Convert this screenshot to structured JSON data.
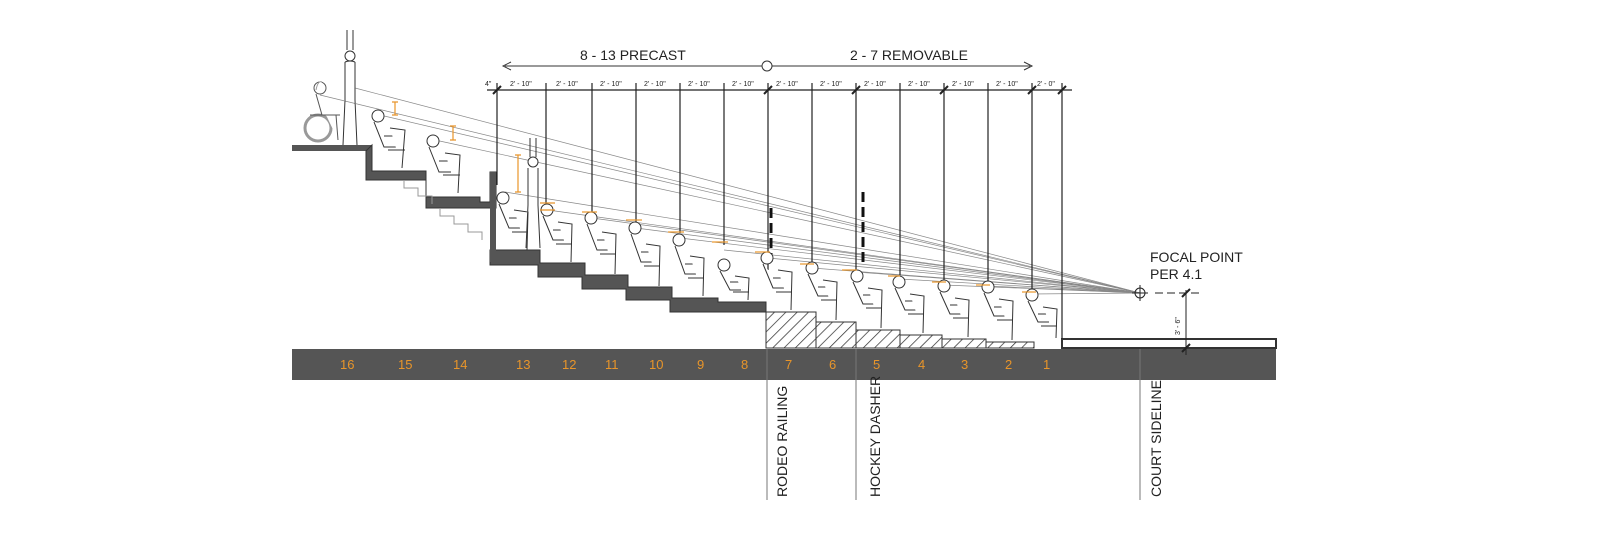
{
  "diagram": {
    "span_labels": {
      "precast": "8 - 13 PRECAST",
      "removable": "2 - 7 REMOVABLE"
    },
    "row_spacing_labels": [
      "4\"",
      "2' - 10\"",
      "2' - 10\"",
      "2' - 10\"",
      "2' - 10\"",
      "2' - 10\"",
      "2' - 10\"",
      "2' - 10\"",
      "2' - 10\"",
      "2' - 10\"",
      "2' - 10\"",
      "2' - 10\"",
      "2' - 10\"",
      "2' - 0\""
    ],
    "focal_point": {
      "line1": "FOCAL POINT",
      "line2": "PER 4.1"
    },
    "focal_height_label": "3' - 6\"",
    "row_numbers": [
      "16",
      "15",
      "14",
      "13",
      "12",
      "11",
      "10",
      "9",
      "8",
      "7",
      "6",
      "5",
      "4",
      "3",
      "2",
      "1"
    ],
    "vertical_labels": {
      "rodeo": "RODEO RAILING",
      "hockey": "HOCKEY DASHER",
      "court": "COURT SIDELINE"
    },
    "colors": {
      "floor_band": "#555555",
      "row_number": "#e8952a",
      "riser_fill": "#555555",
      "sight_line": "#777777",
      "annotation": "#e8952a"
    }
  }
}
